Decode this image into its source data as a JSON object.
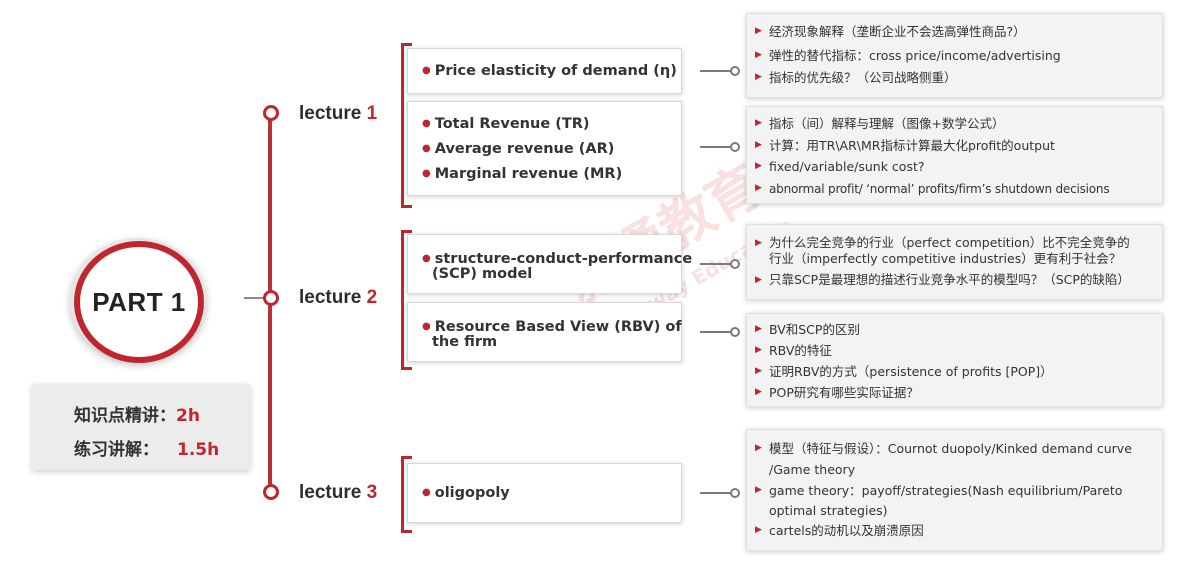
{
  "part": {
    "title": "PART 1"
  },
  "hours": {
    "lecture_label": "知识点精讲：",
    "lecture_value": "2h",
    "practice_label": "练习讲解：",
    "practice_value": "1.5h"
  },
  "watermark": {
    "cn": "新通教育",
    "en": "Shinway Education"
  },
  "lectures": [
    {
      "label": "lecture",
      "num": "1"
    },
    {
      "label": "lecture",
      "num": "2"
    },
    {
      "label": "lecture",
      "num": "3"
    }
  ],
  "topics": [
    {
      "items": [
        "Price elasticity of demand (η)"
      ]
    },
    {
      "items": [
        "Total Revenue (TR)",
        "Average revenue (AR)",
        "Marginal revenue (MR)"
      ]
    },
    {
      "items": [
        "structure-conduct-performance",
        "(SCP) model"
      ]
    },
    {
      "items": [
        "Resource Based View (RBV) of",
        "the firm"
      ]
    },
    {
      "items": [
        "oligopoly"
      ]
    }
  ],
  "details": [
    {
      "lines": [
        "经济现象解释（垄断企业不会选高弹性商品?）",
        "弹性的替代指标：cross price/income/advertising",
        "指标的优先级？（公司战略侧重）"
      ]
    },
    {
      "lines": [
        "指标（间）解释与理解（图像+数学公式）",
        "计算：用TR\\AR\\MR指标计算最大化profit的output",
        "fixed/variable/sunk cost?",
        "abnormal profit/ ‘normal’ profits/firm’s shutdown decisions"
      ]
    },
    {
      "lines": [
        "为什么完全竞争的行业（perfect competition）比不完全竞争的",
        "行业（imperfectly competitive industries）更有利于社会？",
        "只靠SCP是最理想的描述行业竞争水平的模型吗？（SCP的缺陷）"
      ]
    },
    {
      "lines": [
        "BV和SCP的区别",
        "RBV的特征",
        "证明RBV的方式（persistence of profits [POP]）",
        "POP研究有哪些实际证据？"
      ]
    },
    {
      "lines": [
        "模型（特征与假设）：Cournot duopoly/Kinked demand curve",
        "/Game theory",
        "game theory：payoff/strategies(Nash equilibrium/Pareto",
        "optimal strategies)",
        "cartels的动机以及崩溃原因"
      ]
    }
  ]
}
